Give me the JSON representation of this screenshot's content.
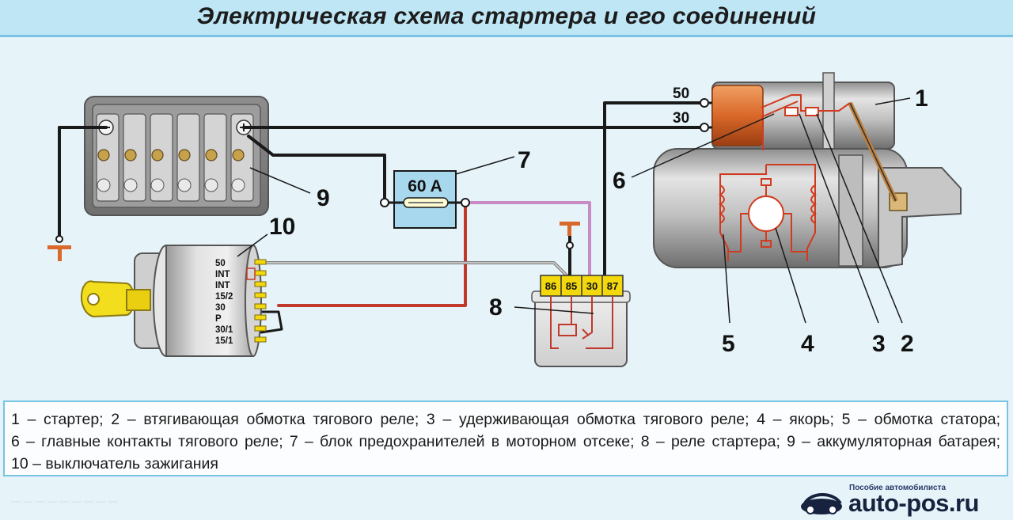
{
  "title": "Электрическая схема стартера и его соединений",
  "labels": {
    "n1": "1",
    "n2": "2",
    "n3": "3",
    "n4": "4",
    "n5": "5",
    "n6": "6",
    "n7": "7",
    "n8": "8",
    "n9": "9",
    "n10": "10",
    "t50": "50",
    "t30": "30",
    "fuse": "60 A",
    "relay_pins": [
      "86",
      "85",
      "30",
      "87"
    ],
    "switch_pins": [
      "50",
      "INT",
      "INT",
      "15/2",
      "30",
      "P",
      "30/1",
      "15/1"
    ]
  },
  "caption": [
    "1 – стартер; 2 – втягивающая обмотка тягового реле; 3 – удерживающая обмотка тягового реле; 4 – якорь; 5 – обмотка статора;",
    "6 – главные контакты тягового реле; 7 – блок предохранителей в моторном отсеке; 8 – реле стартера; 9 – аккумуляторная батарея;",
    "10 – выключатель зажигания"
  ],
  "footer": {
    "small": "Пособие автомобилиста",
    "brand": "auto-pos.ru",
    "ghost": "— — — — — — — — —"
  },
  "colors": {
    "header_bg": "#bfe6f5",
    "border_blue": "#79c3e3",
    "wire_black": "#1a1a1a",
    "wire_red": "#c0392b",
    "wire_pink": "#c98bc4",
    "fuse_bg": "#a8d8ee",
    "key_yellow": "#f3de1d",
    "relay_pin_yellow": "#f2d80d",
    "starter_gray": "#b9b9b9",
    "solenoid_orange": "#d9682a"
  }
}
